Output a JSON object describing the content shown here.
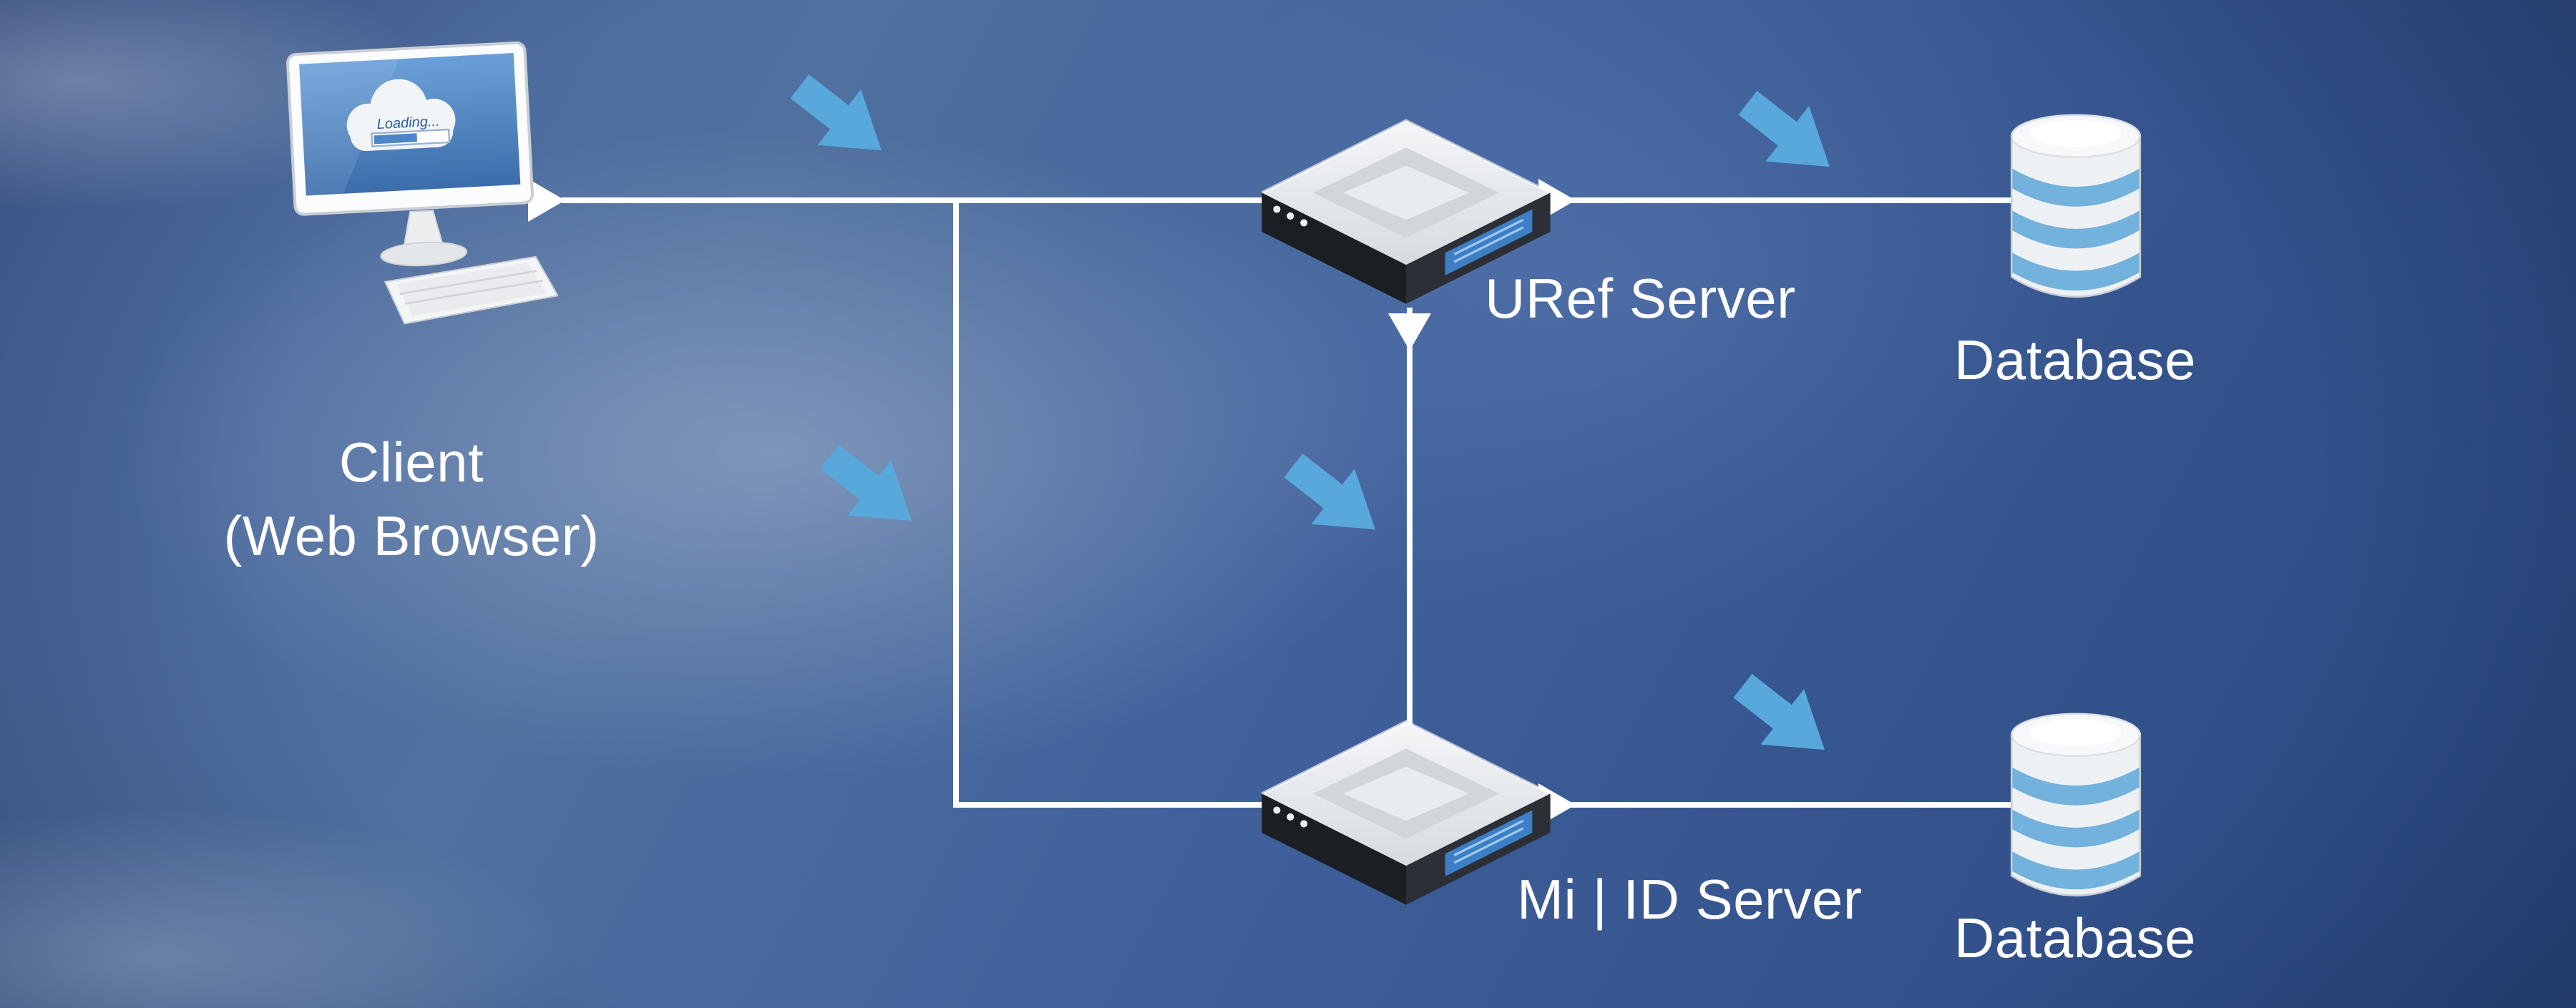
{
  "client": {
    "label_line1": "Client",
    "label_line2": "(Web Browser)",
    "screen": {
      "loading_label": "Loading..."
    }
  },
  "servers": {
    "uref": {
      "label": "URef Server"
    },
    "mi_id": {
      "label": "Mi | ID Server"
    }
  },
  "databases": {
    "top": {
      "label": "Database"
    },
    "bottom": {
      "label": "Database"
    }
  },
  "icons": {
    "client": "desktop-monitor-icon",
    "server": "rack-server-icon",
    "database": "database-cylinder-icon",
    "flow": "flow-arrow-icon",
    "connector": "triangle-arrowhead-icon"
  },
  "colors": {
    "background_blue": "#3f5f9a",
    "connection_line": "#ffffff",
    "text": "#ffffff",
    "flow_arrow": "#58a8dc",
    "database_band": "#73b2dc",
    "server_display": "#3d7fc6",
    "client_screen": "#4d86c6"
  }
}
